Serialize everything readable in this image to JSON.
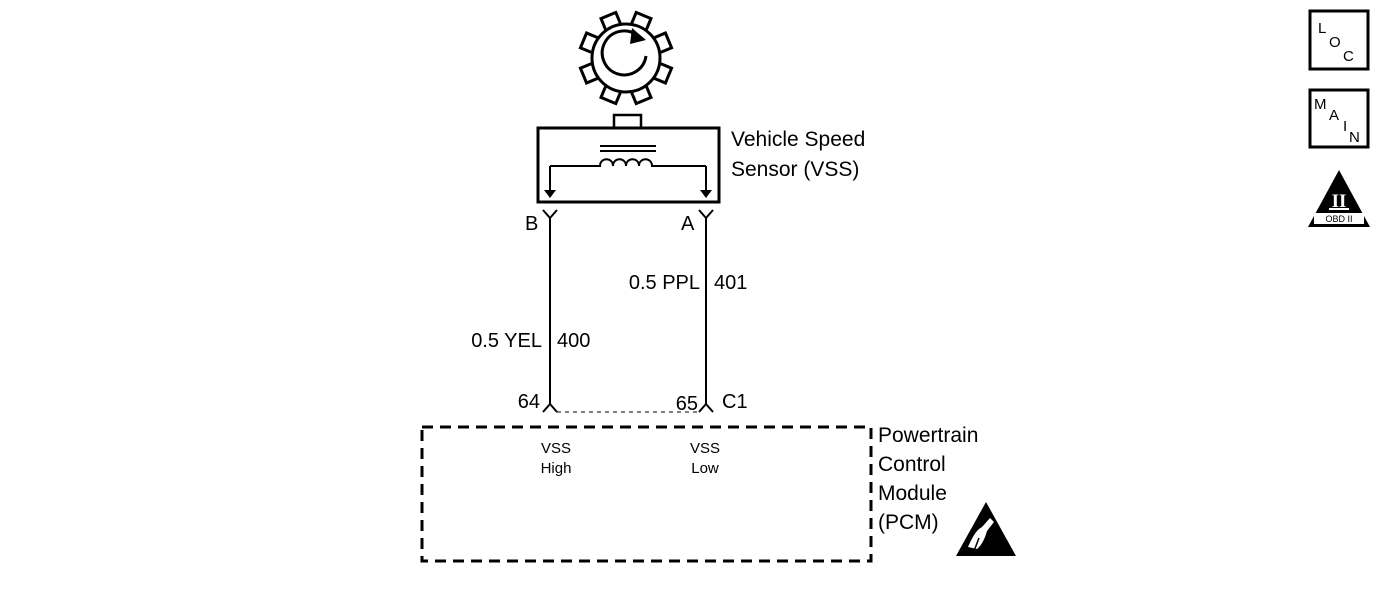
{
  "sensor": {
    "name_line1": "Vehicle Speed",
    "name_line2": "Sensor (VSS)",
    "terminal_b": "B",
    "terminal_a": "A"
  },
  "wires": [
    {
      "gauge_color": "0.5 YEL",
      "circuit": "400",
      "pcm_pin": "64"
    },
    {
      "gauge_color": "0.5 PPL",
      "circuit": "401",
      "pcm_pin": "65"
    }
  ],
  "connector": {
    "id": "C1"
  },
  "pcm": {
    "name_line1": "Powertrain",
    "name_line2": "Control",
    "name_line3": "Module",
    "name_line4": "(PCM)",
    "input_high_line1": "VSS",
    "input_high_line2": "High",
    "input_low_line1": "VSS",
    "input_low_line2": "Low"
  },
  "nav": {
    "loc_letters": [
      "L",
      "O",
      "C"
    ],
    "main_letters": [
      "M",
      "A",
      "I",
      "N"
    ],
    "obd_symbol": "II",
    "obd_label": "OBD II"
  },
  "icons": {
    "rotor": "reluctor-wheel-icon",
    "esd": "esd-sensitive-icon",
    "obd": "obd-ii-warning-icon"
  }
}
